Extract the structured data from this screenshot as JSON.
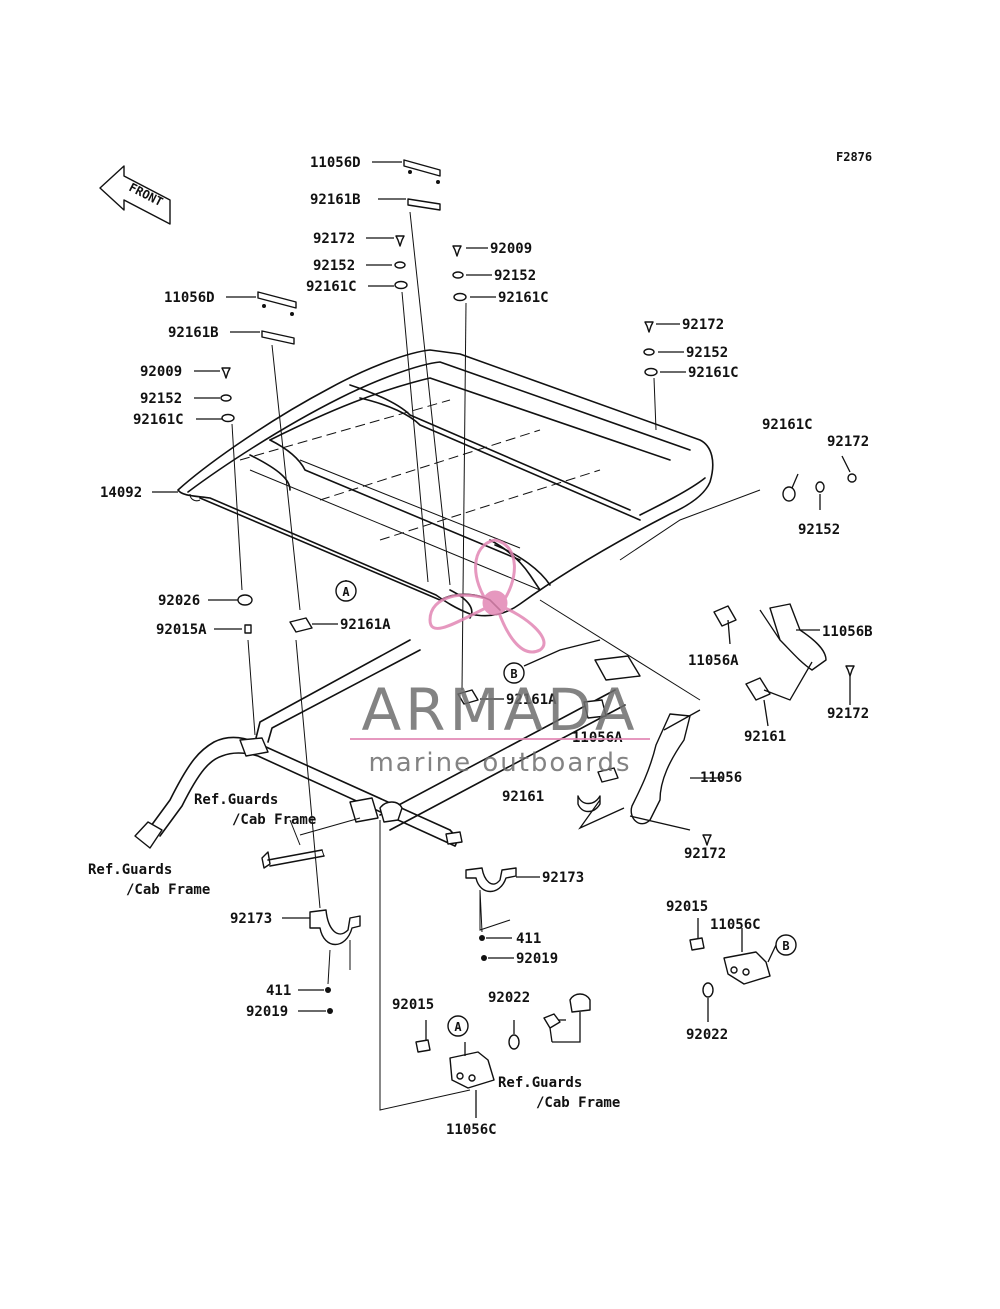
{
  "figure_code": "F2876",
  "front_label": "FRONT",
  "watermark": {
    "brand": "ARMADA",
    "tagline": "marine outboards",
    "logo_color": "#e287b4",
    "text_color": "#6e6e6e"
  },
  "part_labels": [
    "11056D",
    "92161B",
    "92172",
    "92152",
    "92161C",
    "92009",
    "92152",
    "92161C",
    "11056D",
    "92161B",
    "92172",
    "92152",
    "92161C",
    "92009",
    "92152",
    "92161C",
    "14092",
    "92161C",
    "92172",
    "92152",
    "92026",
    "92015A",
    "92161A",
    "11056B",
    "11056A",
    "92172",
    "92161",
    "92161A",
    "11056A",
    "11056",
    "92161",
    "92172",
    "92173",
    "411",
    "92019",
    "92173",
    "411",
    "92019",
    "92015",
    "11056C",
    "92022",
    "92015",
    "92022",
    "11056C"
  ],
  "ref_labels": [
    [
      "Ref.Guards",
      "/Cab Frame"
    ],
    [
      "Ref.Guards",
      "/Cab Frame"
    ],
    [
      "Ref.Guards",
      "/Cab Frame"
    ]
  ],
  "callouts": [
    "A",
    "B",
    "B",
    "A"
  ]
}
